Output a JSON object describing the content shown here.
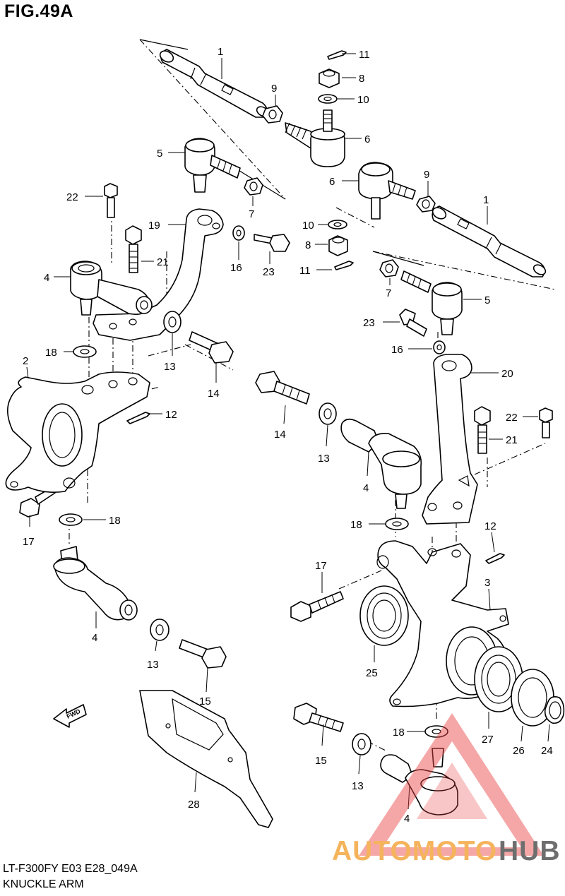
{
  "figure": {
    "title": "FIG.49A",
    "model_code": "LT-F300FY E03 E28_049A",
    "section_name": "KNUCKLE ARM"
  },
  "watermark": {
    "text_part1": "AUTOMOTO",
    "text_part2": "HUB",
    "color_primary": "#f4a640",
    "color_secondary": "#555555",
    "triangle_color": "#e94242"
  },
  "direction_indicator": {
    "label": "FWD",
    "icon": "arrow-left-icon"
  },
  "callouts": [
    {
      "id": "c1a",
      "label": "1"
    },
    {
      "id": "c11a",
      "label": "11"
    },
    {
      "id": "c8a",
      "label": "8"
    },
    {
      "id": "c10a",
      "label": "10"
    },
    {
      "id": "c9a",
      "label": "9"
    },
    {
      "id": "c6a",
      "label": "6"
    },
    {
      "id": "c5a",
      "label": "5"
    },
    {
      "id": "c22a",
      "label": "22"
    },
    {
      "id": "c7a",
      "label": "7"
    },
    {
      "id": "c6b",
      "label": "6"
    },
    {
      "id": "c9b",
      "label": "9"
    },
    {
      "id": "c1b",
      "label": "1"
    },
    {
      "id": "c19",
      "label": "19"
    },
    {
      "id": "c10b",
      "label": "10"
    },
    {
      "id": "c8b",
      "label": "8"
    },
    {
      "id": "c16a",
      "label": "16"
    },
    {
      "id": "c23a",
      "label": "23"
    },
    {
      "id": "c21a",
      "label": "21"
    },
    {
      "id": "c11b",
      "label": "11"
    },
    {
      "id": "c4a",
      "label": "4"
    },
    {
      "id": "c7b",
      "label": "7"
    },
    {
      "id": "c5b",
      "label": "5"
    },
    {
      "id": "c23b",
      "label": "23"
    },
    {
      "id": "c18a",
      "label": "18"
    },
    {
      "id": "c13a",
      "label": "13"
    },
    {
      "id": "c14a",
      "label": "14"
    },
    {
      "id": "c16b",
      "label": "16"
    },
    {
      "id": "c2",
      "label": "2"
    },
    {
      "id": "c20",
      "label": "20"
    },
    {
      "id": "c12a",
      "label": "12"
    },
    {
      "id": "c22b",
      "label": "22"
    },
    {
      "id": "c14b",
      "label": "14"
    },
    {
      "id": "c21b",
      "label": "21"
    },
    {
      "id": "c13b",
      "label": "13"
    },
    {
      "id": "c4b",
      "label": "4"
    },
    {
      "id": "c17a",
      "label": "17"
    },
    {
      "id": "c18b",
      "label": "18"
    },
    {
      "id": "c18c",
      "label": "18"
    },
    {
      "id": "c12b",
      "label": "12"
    },
    {
      "id": "c17b",
      "label": "17"
    },
    {
      "id": "c3",
      "label": "3"
    },
    {
      "id": "c4c",
      "label": "4"
    },
    {
      "id": "c13c",
      "label": "13"
    },
    {
      "id": "c25",
      "label": "25"
    },
    {
      "id": "c15a",
      "label": "15"
    },
    {
      "id": "c27",
      "label": "27"
    },
    {
      "id": "c18d",
      "label": "18"
    },
    {
      "id": "c26",
      "label": "26"
    },
    {
      "id": "c24",
      "label": "24"
    },
    {
      "id": "c15b",
      "label": "15"
    },
    {
      "id": "c13d",
      "label": "13"
    },
    {
      "id": "c28",
      "label": "28"
    },
    {
      "id": "c4d",
      "label": "4"
    }
  ]
}
